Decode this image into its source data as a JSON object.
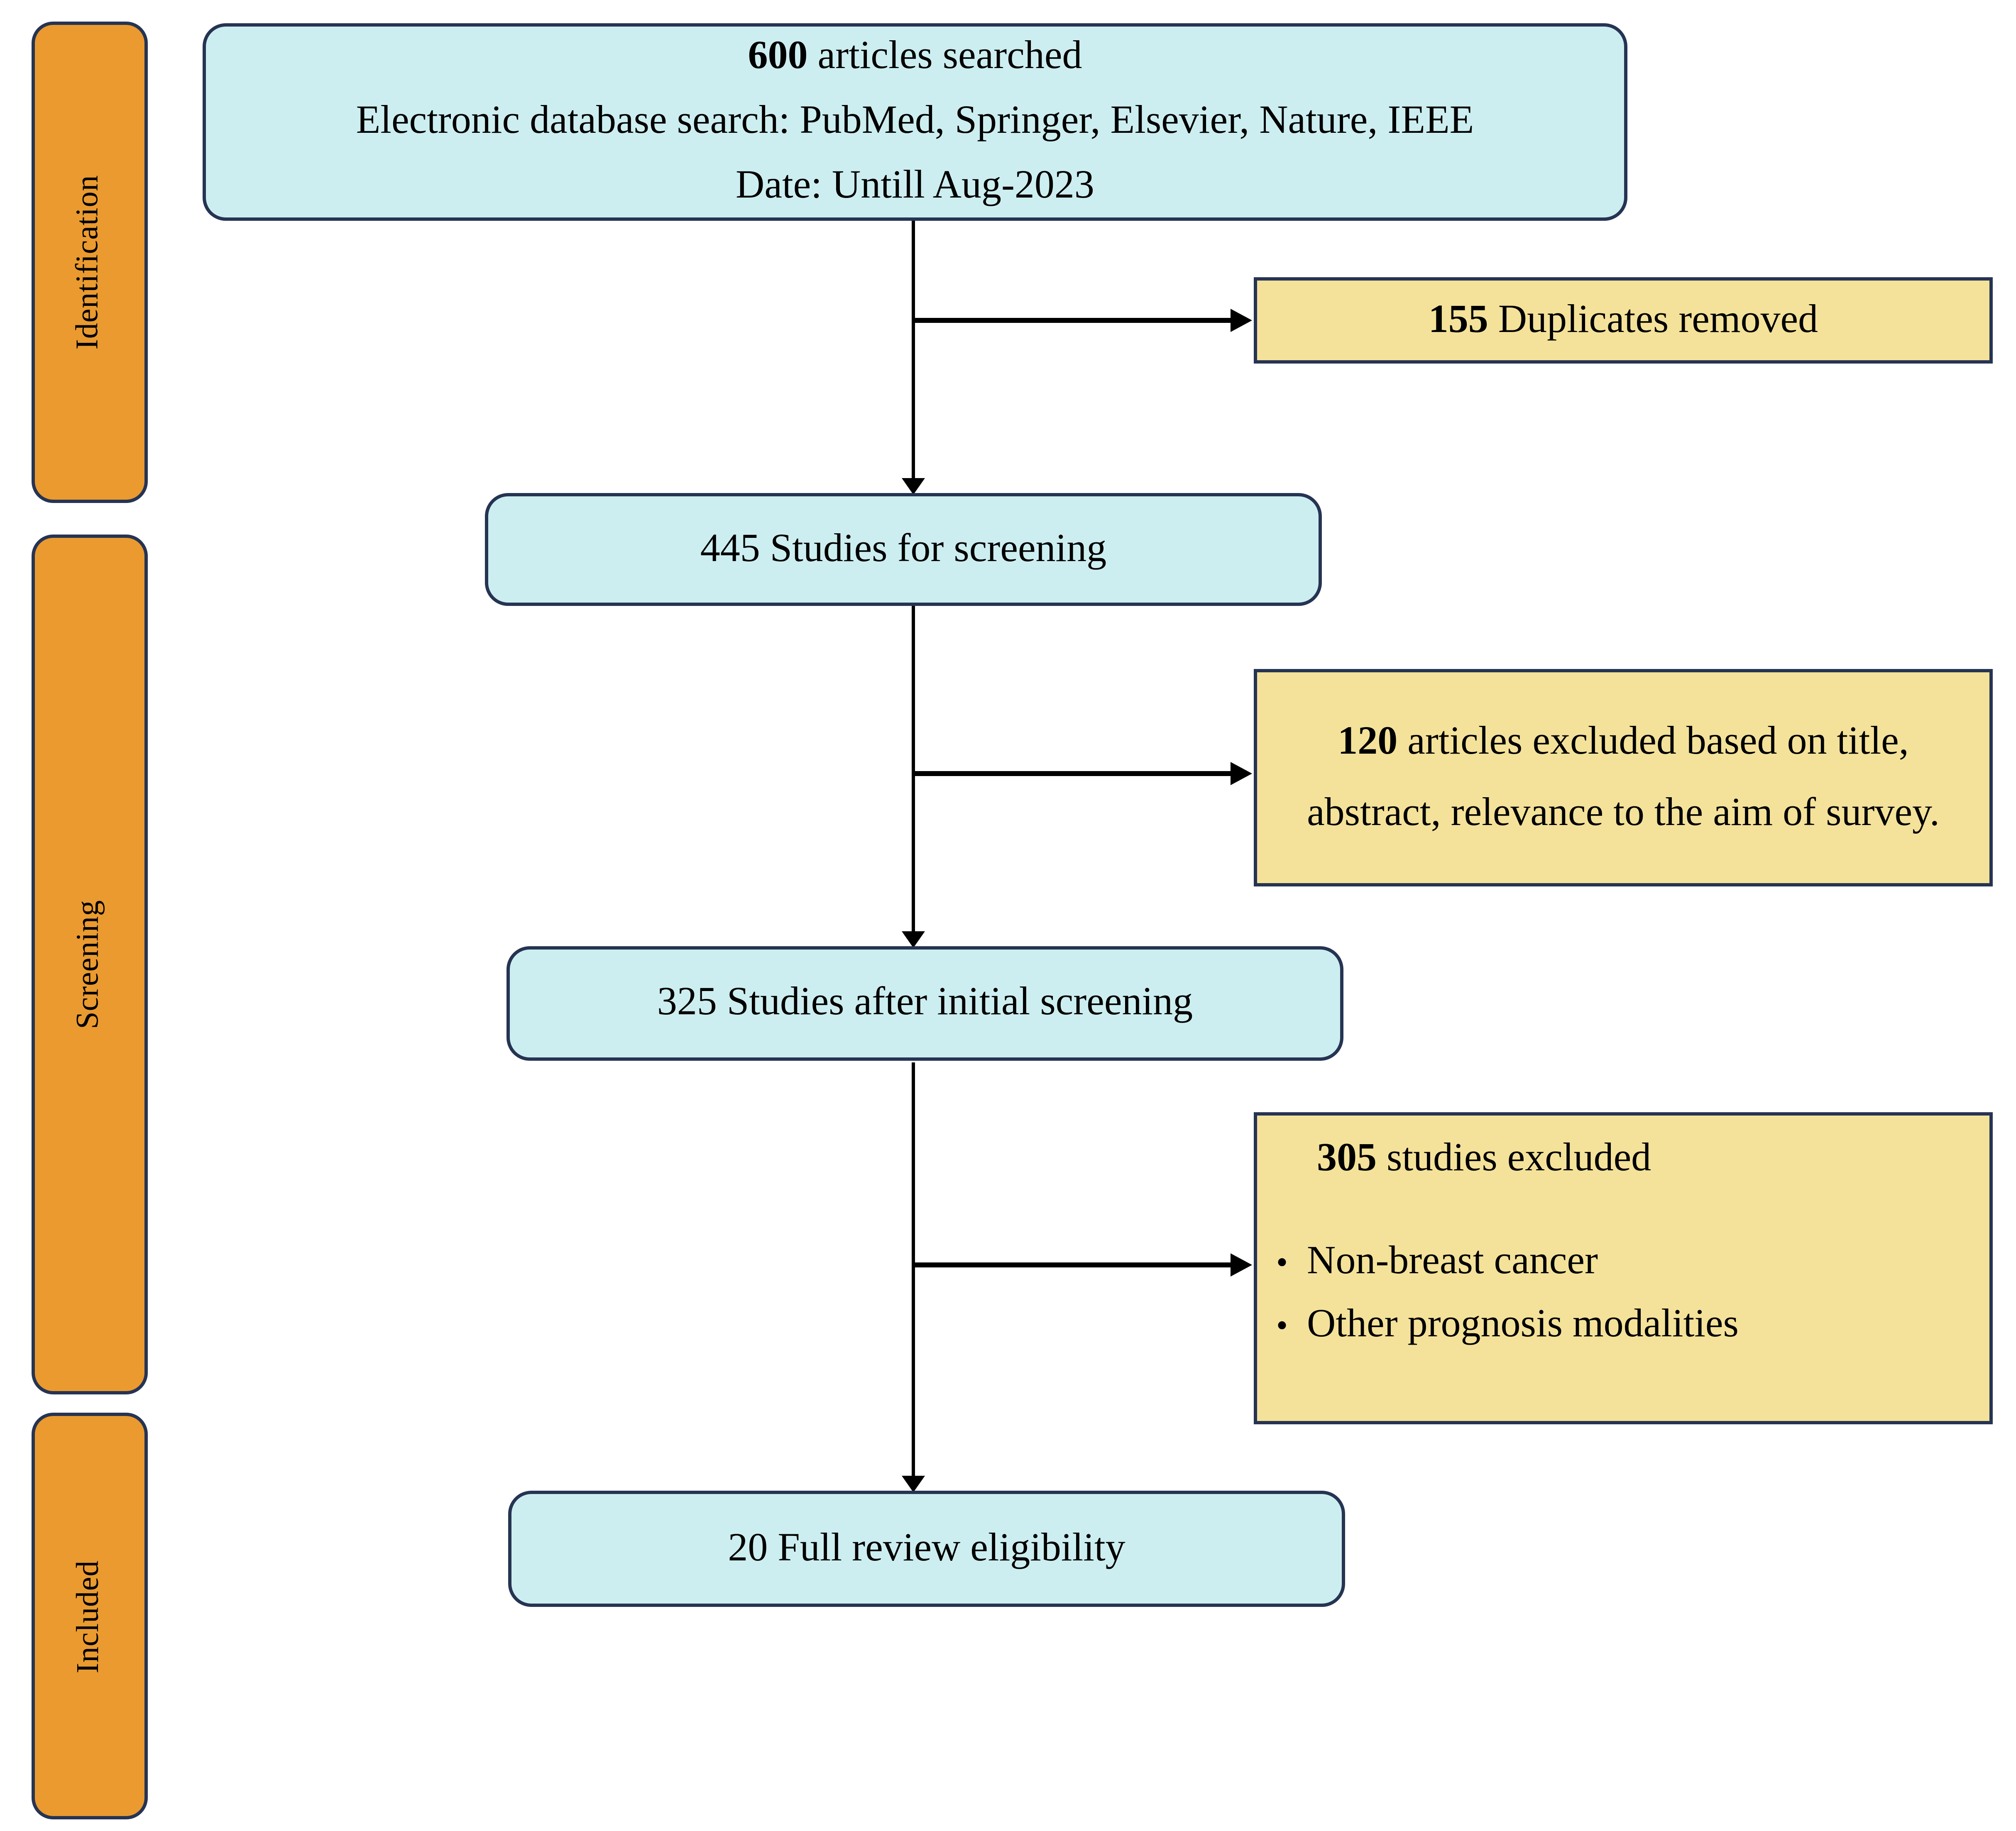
{
  "colors": {
    "cyan": "#cdeef0",
    "yellow": "#f4e29a",
    "orange": "#ea9a2f",
    "border": "#263453",
    "arrow": "#000000",
    "ink": "#000000"
  },
  "glyphs": {
    "bullet": "•"
  },
  "sidebar": {
    "stages": [
      {
        "label": "Identification"
      },
      {
        "label": "Screening"
      },
      {
        "label": "Included"
      }
    ]
  },
  "flow": {
    "searched": {
      "count": "600",
      "text": " articles searched",
      "line2": "Electronic database search: PubMed, Springer, Elsevier, Nature, IEEE",
      "line3": "Date: Untill Aug-2023"
    },
    "duplicates_removed": {
      "count": "155",
      "text": " Duplicates removed"
    },
    "studies_for_screening": {
      "label": "445 Studies for screening"
    },
    "excluded_title_abstract": {
      "count": "120",
      "text": " articles excluded based on title, abstract, relevance to the aim of survey."
    },
    "studies_after_initial_screening": {
      "label": "325 Studies after initial screening"
    },
    "studies_excluded": {
      "count": "305",
      "text": " studies excluded",
      "bullets": [
        "Non-breast cancer",
        "Other prognosis modalities"
      ]
    },
    "full_review_eligibility": {
      "label": "20 Full review eligibility"
    }
  }
}
